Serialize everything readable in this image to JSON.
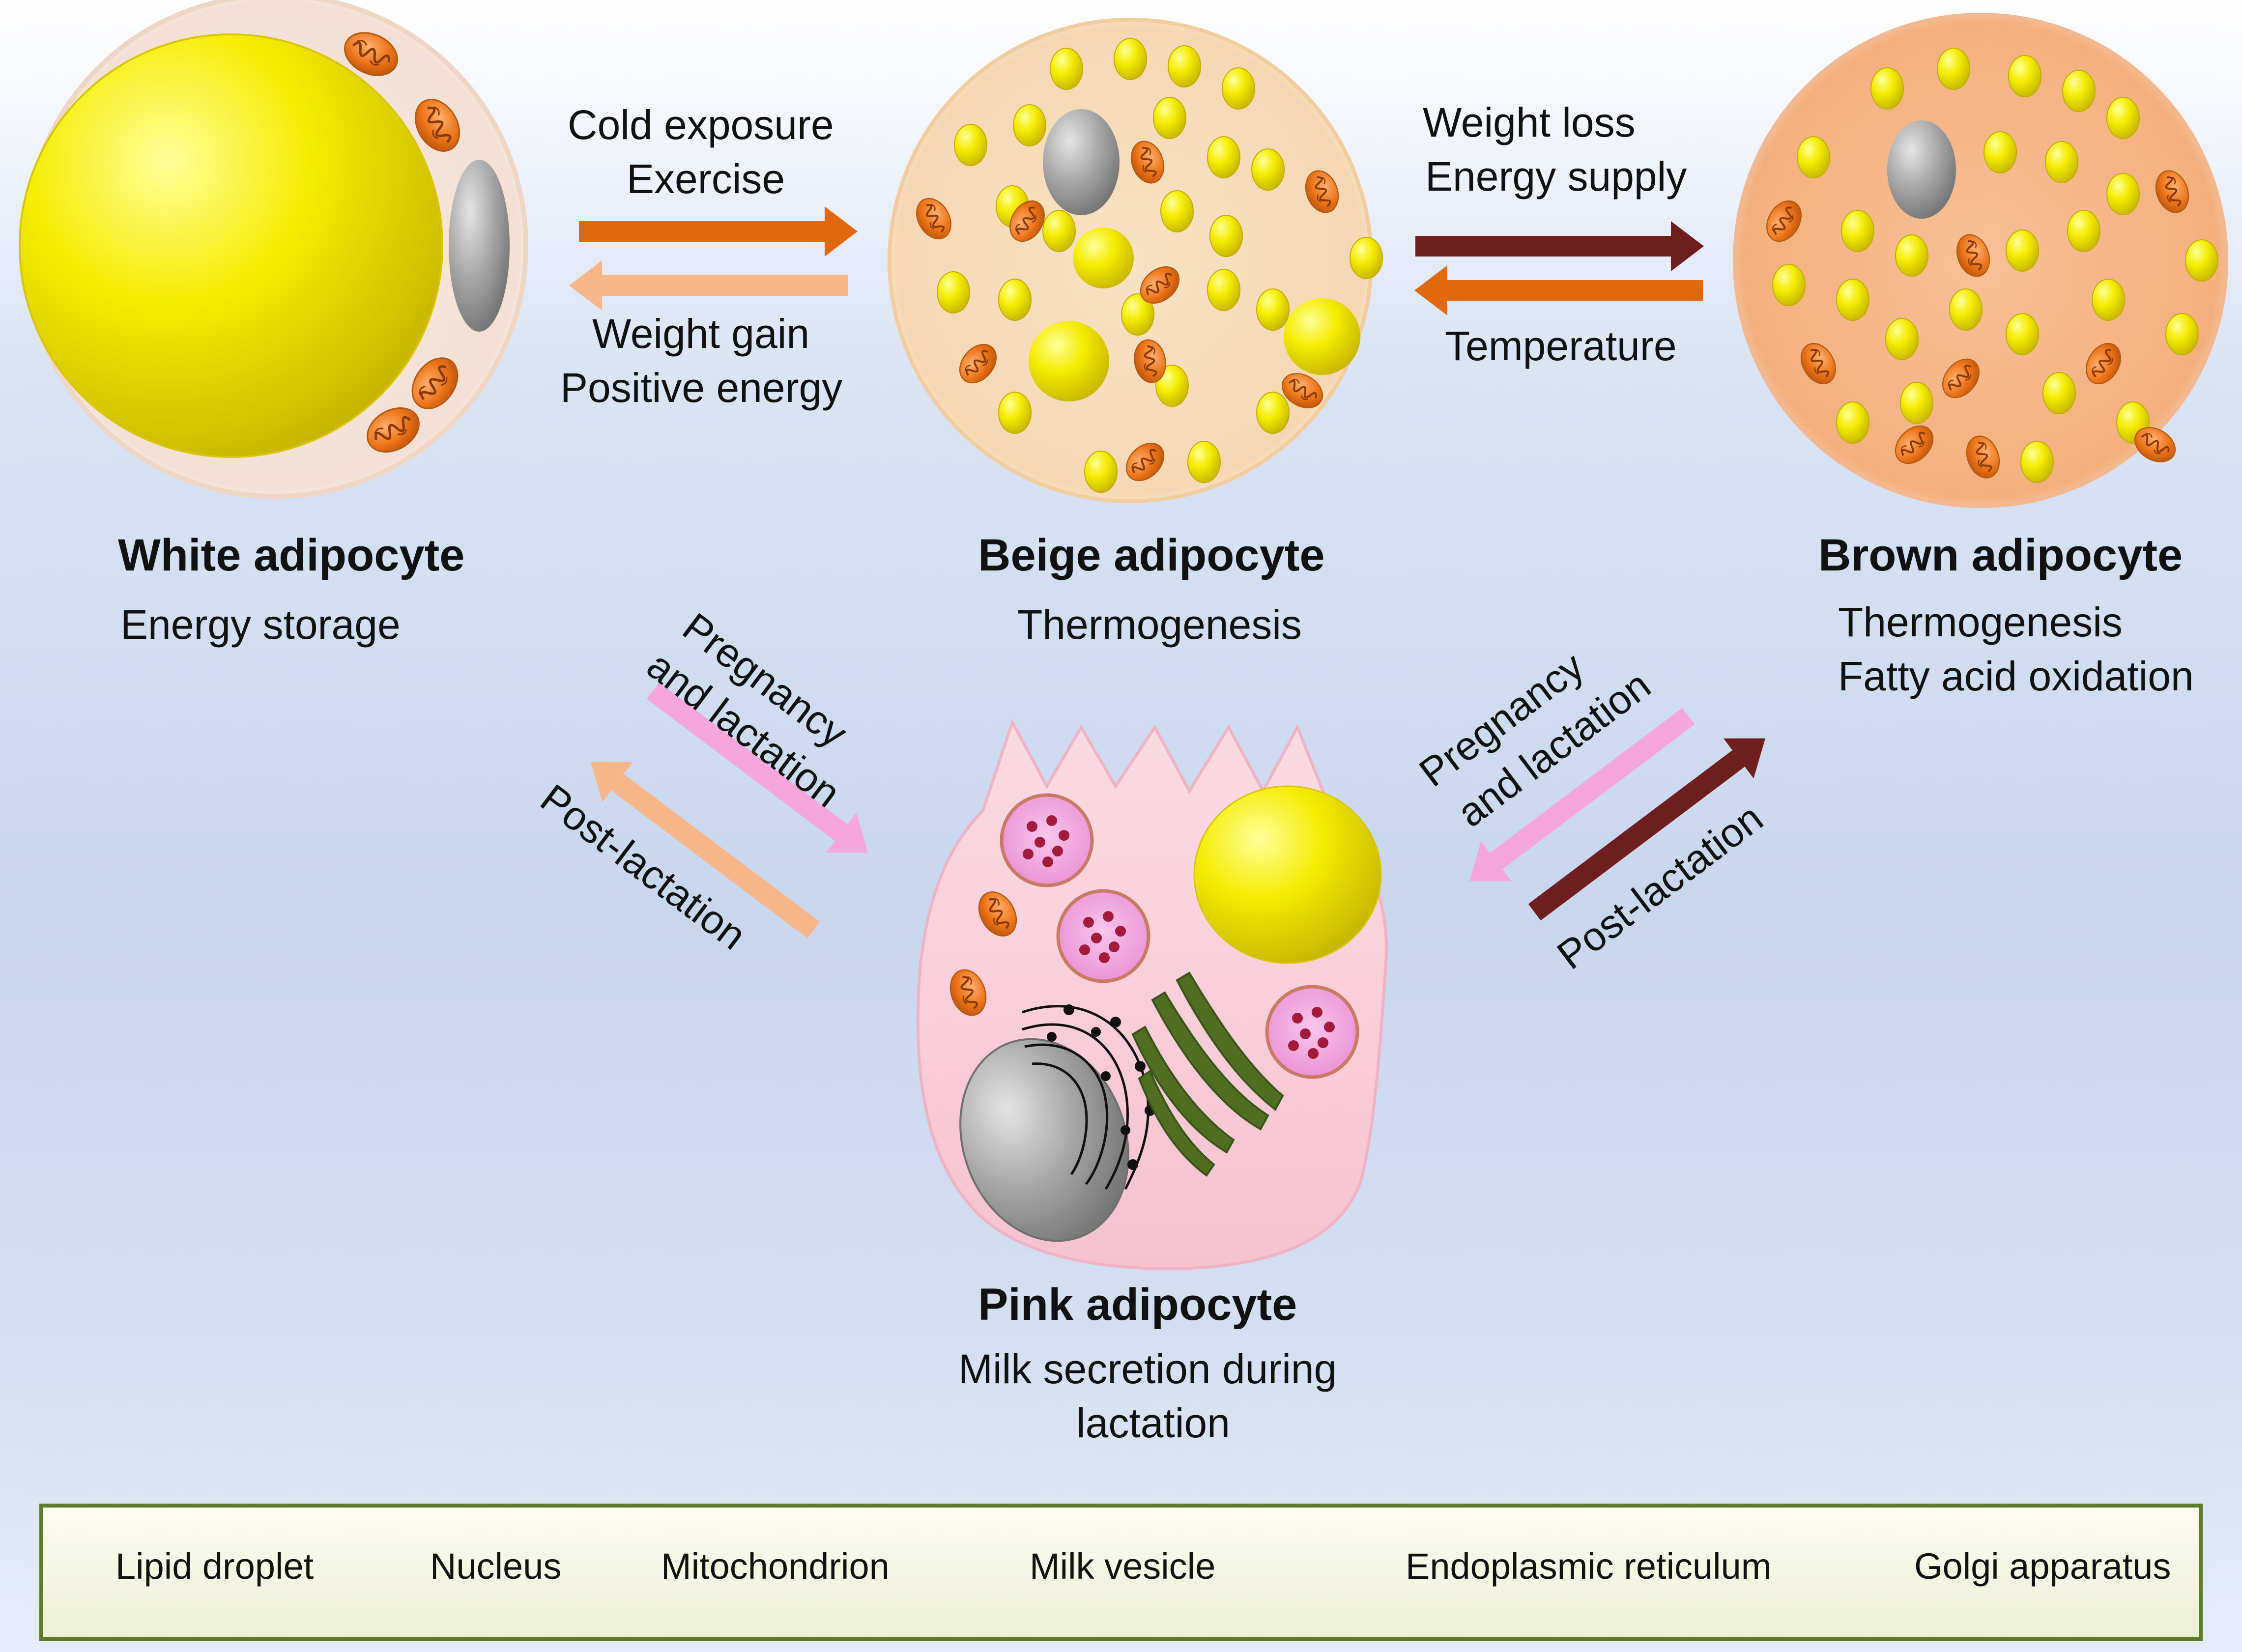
{
  "cells": {
    "white": {
      "title": "White adipocyte",
      "subtitle": "Energy storage"
    },
    "beige": {
      "title": "Beige adipocyte",
      "subtitle": "Thermogenesis"
    },
    "brown": {
      "title": "Brown adipocyte",
      "subtitle_1": "Thermogenesis",
      "subtitle_2": "Fatty acid oxidation"
    },
    "pink": {
      "title": "Pink adipocyte",
      "subtitle_1": "Milk secretion during",
      "subtitle_2": "lactation"
    }
  },
  "arrows": {
    "white_to_beige": {
      "line_1": "Cold exposure",
      "line_2": "Exercise"
    },
    "beige_to_white": {
      "line_1": "Weight gain",
      "line_2": "Positive energy"
    },
    "beige_to_brown": {
      "line_1": "Weight loss",
      "line_2": "Energy supply"
    },
    "brown_to_beige": {
      "line_1": "Temperature"
    },
    "white_to_pink": {
      "line_1": "Pregnancy",
      "line_2": "and lactation"
    },
    "pink_to_white": {
      "line_1": "Post-lactation"
    },
    "brown_to_pink": {
      "line_1": "Pregnancy",
      "line_2": "and lactation"
    },
    "pink_to_brown": {
      "line_1": "Post-lactation"
    }
  },
  "legend": {
    "lipid_droplet": "Lipid droplet",
    "nucleus": "Nucleus",
    "mitochondrion": "Mitochondrion",
    "milk_vesicle": "Milk vesicle",
    "endoplasmic_reticulum": "Endoplasmic reticulum",
    "golgi_apparatus": "Golgi apparatus"
  },
  "colors": {
    "lipid": "#f2ea00",
    "nucleus": "#9a9a9a",
    "mitochondrion": "#e56a10",
    "white_cell": "#f6e6dc",
    "beige_cell": "#f7ddb8",
    "brown_cell": "#f5b88a",
    "pink_cell": "#f8c8d4",
    "arrow_orange": "#e0690f",
    "arrow_light_orange": "#f7b78a",
    "arrow_dark": "#6e1e1e",
    "arrow_pink": "#f5a6dc",
    "golgi": "#4f6e22",
    "vesicle_dot": "#a21a3c"
  }
}
